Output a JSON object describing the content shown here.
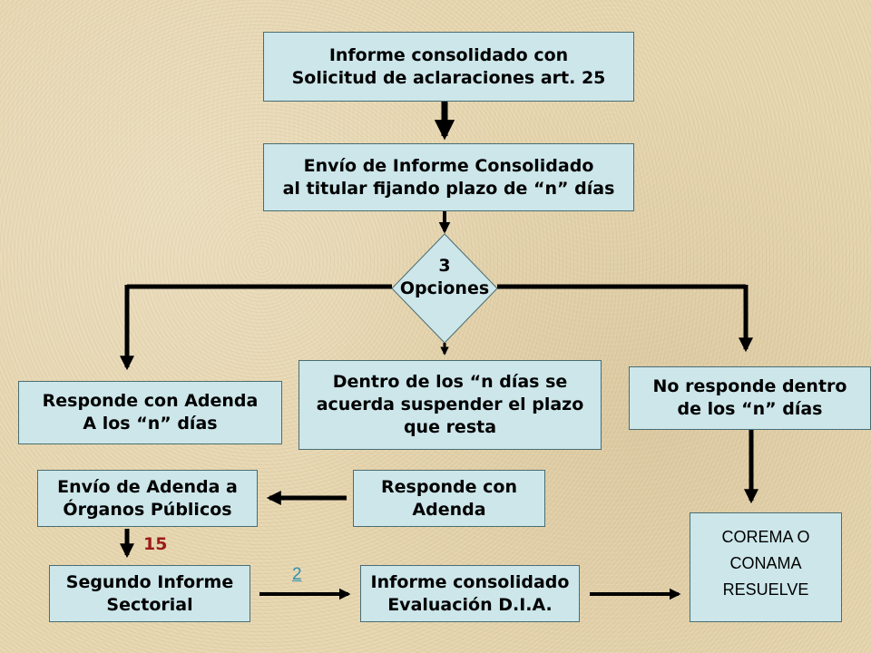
{
  "nodes": {
    "informe_consolidado": {
      "lines": [
        "Informe consolidado con",
        "Solicitud de aclaraciones art. 25"
      ]
    },
    "envio_informe": {
      "lines": [
        "Envío de Informe Consolidado",
        "al titular fijando plazo de “n” días"
      ]
    },
    "opciones": {
      "lines": [
        "3",
        "Opciones"
      ]
    },
    "responde_adenda": {
      "lines": [
        "Responde con Adenda",
        "A los “n” días"
      ]
    },
    "dentro_plazo": {
      "lines": [
        "Dentro de los “n días se",
        "acuerda suspender el plazo",
        "que resta"
      ]
    },
    "no_responde": {
      "lines": [
        "No responde dentro",
        "de los “n” días"
      ]
    },
    "envio_adenda": {
      "lines": [
        "Envío de Adenda a",
        "Órganos Públicos"
      ]
    },
    "responde_con_adenda": {
      "lines": [
        "Responde con",
        "Adenda"
      ]
    },
    "corema": {
      "lines": [
        "COREMA O",
        "CONAMA",
        "RESUELVE"
      ]
    },
    "segundo_informe": {
      "lines": [
        "Segundo Informe",
        "Sectorial"
      ]
    },
    "informe_dia": {
      "lines": [
        "Informe consolidado",
        "Evaluación D.I.A."
      ]
    }
  },
  "labels": {
    "days_15": "15",
    "days_2": "2"
  },
  "colors": {
    "box_fill": "#cce6ea",
    "box_border": "#4a6d72",
    "arrow": "#000000",
    "label_red": "#9b1b1b",
    "label_link": "#2f8fb0"
  }
}
